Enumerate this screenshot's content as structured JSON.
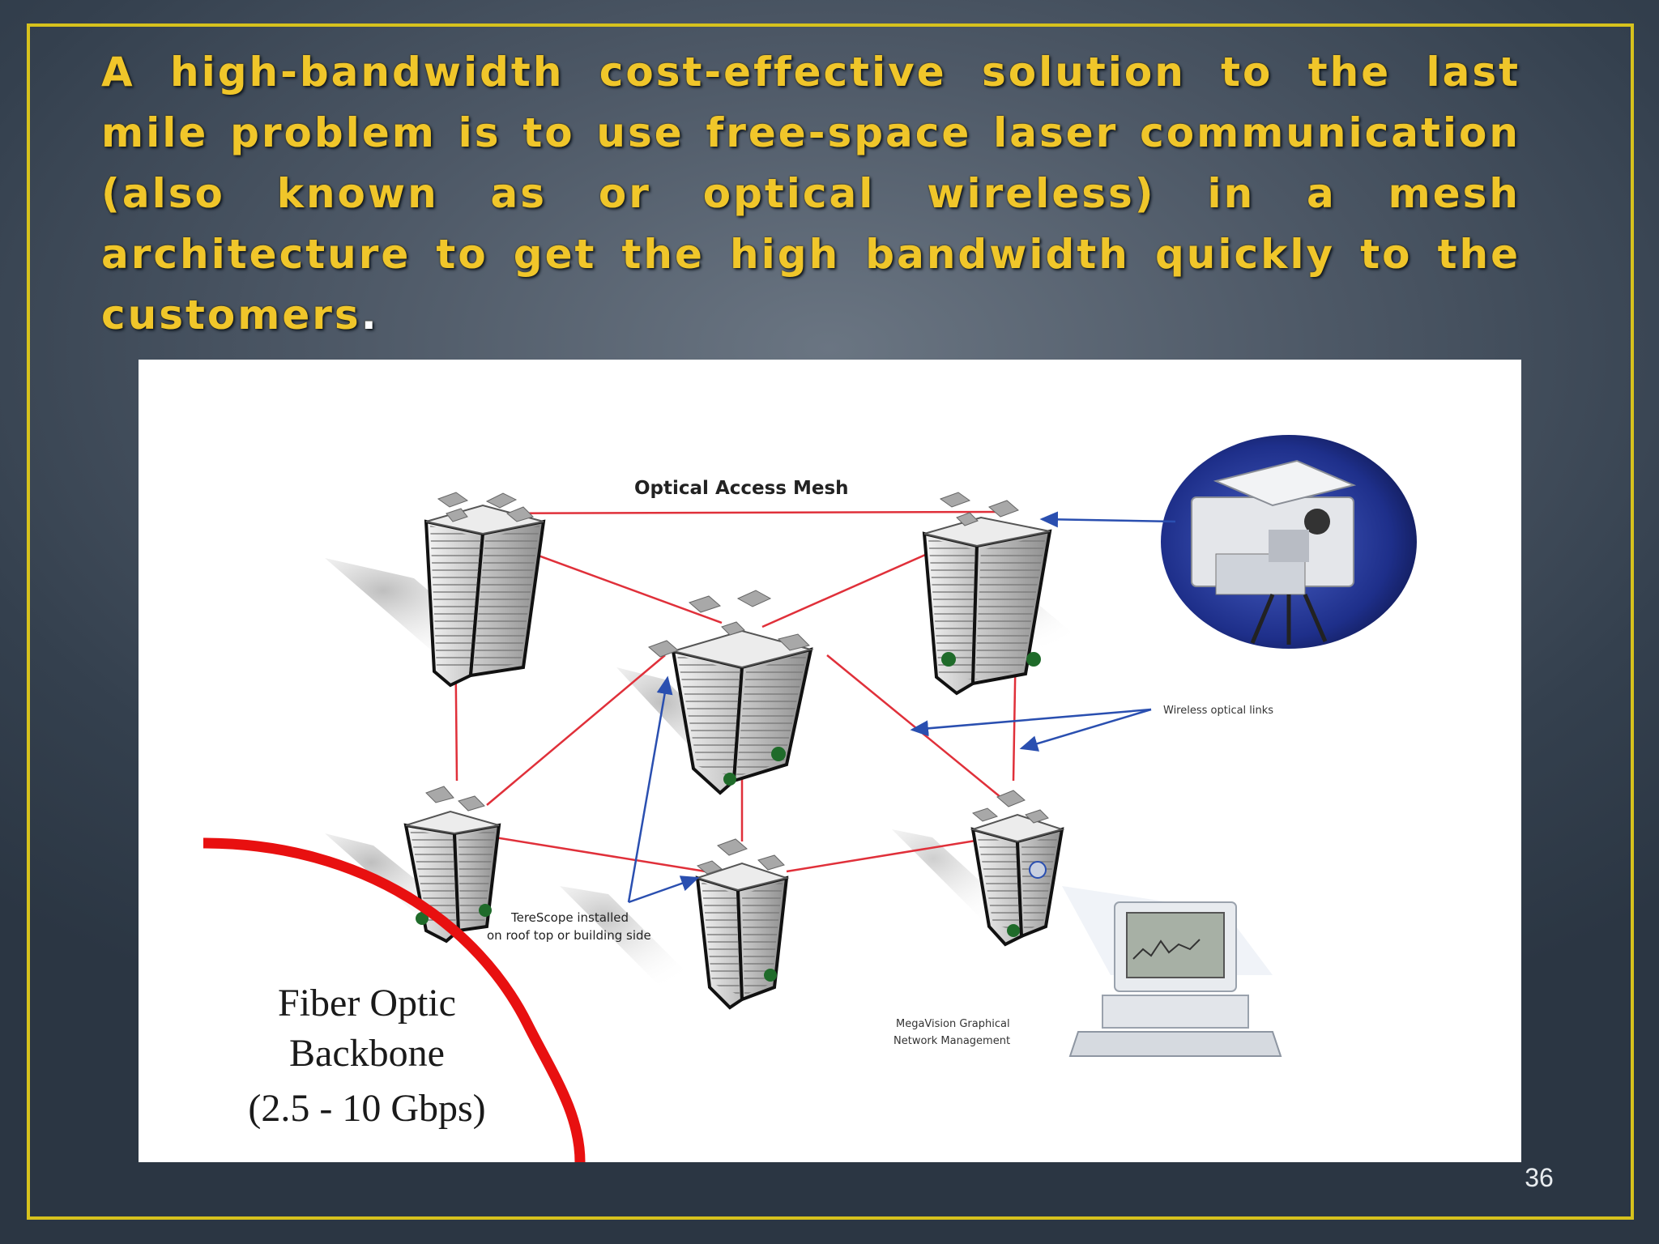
{
  "slide": {
    "title": "A high-bandwidth cost-effective solution to the last mile problem is to use free-space laser communication (also known as or optical wireless) in a mesh architecture to get the high bandwidth quickly to the customers",
    "title_period": ".",
    "slide_number": "36"
  },
  "diagram": {
    "mesh_label": "Optical Access Mesh",
    "wireless_label": "Wireless optical links",
    "terescope_label_1": "TereScope installed",
    "terescope_label_2": "on roof top or building side",
    "management_label_1": "MegaVision Graphical",
    "management_label_2": "Network Management",
    "backbone_label_1": "Fiber Optic",
    "backbone_label_2": "Backbone",
    "backbone_label_3": "(2.5 - 10 Gbps)"
  },
  "colors": {
    "background": "#3d4856",
    "frame_border": "#d7c21d",
    "title_text": "#f0c62a",
    "laser_link": "#e0303a",
    "fiber_backbone": "#e81010",
    "pointer_arrow": "#2a4fb0"
  }
}
